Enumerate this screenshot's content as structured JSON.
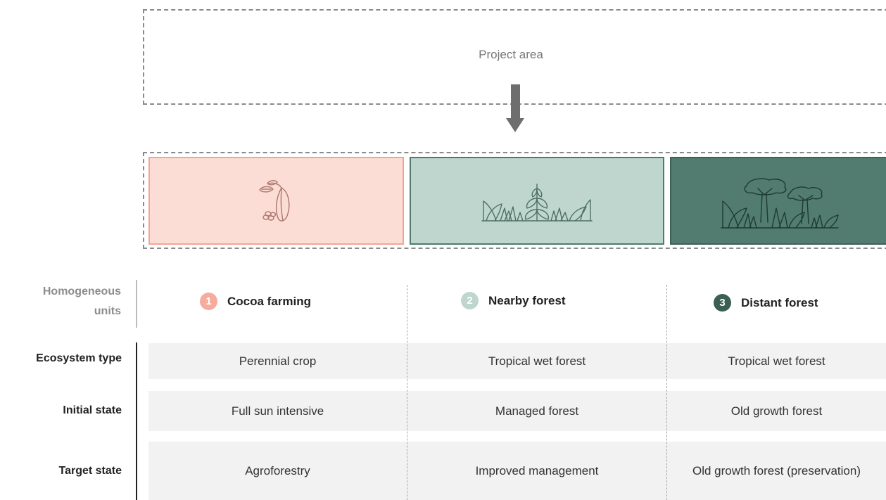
{
  "project_area": {
    "label": "Project area"
  },
  "row_labels": {
    "homogeneous_units": "Homogeneous units",
    "ecosystem_type": "Ecosystem type",
    "initial_state": "Initial state",
    "target_state": "Target state"
  },
  "units": [
    {
      "number": "1",
      "name": "Cocoa farming",
      "icon": "cocoa-pod-icon",
      "badge_color": "#f6ab9c",
      "box_color": "#fbddd6",
      "ecosystem_type": "Perennial crop",
      "initial_state": "Full sun intensive",
      "target_state": "Agroforestry"
    },
    {
      "number": "2",
      "name": "Nearby forest",
      "icon": "forest-plants-icon",
      "badge_color": "#bed6ce",
      "box_color": "#bed6ce",
      "ecosystem_type": "Tropical wet forest",
      "initial_state": "Managed forest",
      "target_state": "Improved management"
    },
    {
      "number": "3",
      "name": "Distant forest",
      "icon": "forest-trees-icon",
      "badge_color": "#3c5f55",
      "box_color": "#517c6f",
      "ecosystem_type": "Tropical wet forest",
      "initial_state": "Old growth forest",
      "target_state": "Old growth forest (preservation)"
    }
  ]
}
